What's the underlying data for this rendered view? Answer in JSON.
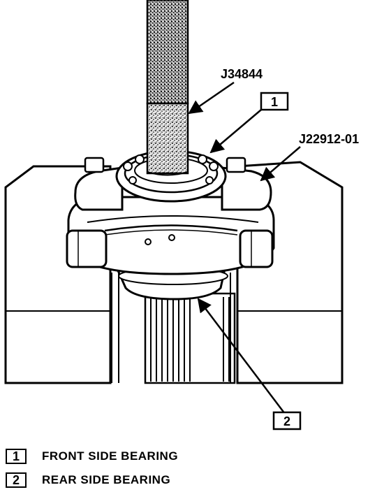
{
  "tools": {
    "puller": "J34844",
    "adapter": "J22912-01"
  },
  "callouts": {
    "one": "1",
    "two": "2"
  },
  "legend": [
    {
      "num": "1",
      "text": "FRONT SIDE BEARING"
    },
    {
      "num": "2",
      "text": "REAR SIDE BEARING"
    }
  ]
}
